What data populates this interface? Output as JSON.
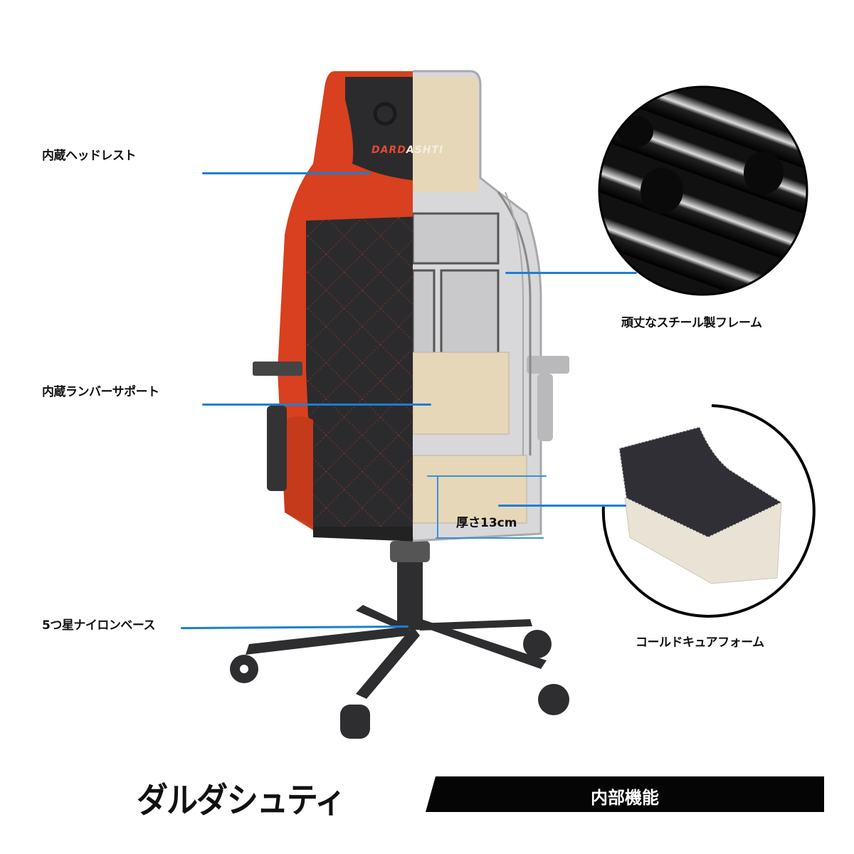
{
  "callouts": {
    "headrest": "内蔵ヘッドレスト",
    "lumbar": "内蔵ランバーサポート",
    "base": "5つ星ナイロンベース",
    "frame": "頑丈なスチール製フレーム",
    "foam": "コールドキュアフォーム",
    "thickness": "厚さ13cm"
  },
  "chair": {
    "logo_left": "DARD",
    "logo_right": "ASHTI",
    "colors": {
      "accent_red": "#d8401f",
      "leather_black": "#2b2b2d",
      "foam_beige": "#e6d7b8",
      "frame_gray": "#b9b9bb",
      "callout_blue": "#1a7fd6"
    }
  },
  "footer": {
    "brand": "ダルダシュティ",
    "section": "内部機能"
  }
}
